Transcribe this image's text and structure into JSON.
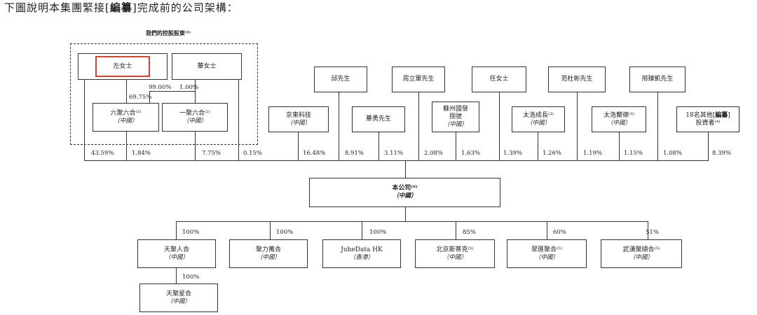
{
  "heading": {
    "text_before": "下圖說明本集團緊接[",
    "text_bold": "編纂",
    "text_after": "]完成前的公司架構："
  },
  "controlling_group": {
    "title": "我們的控股股東⁽¹⁾"
  },
  "nodes": {
    "zuo": {
      "name": "左女士"
    },
    "hua_f": {
      "name": "華女士"
    },
    "liuju": {
      "name": "六聚六合⁽²⁾",
      "sub": "（中國）"
    },
    "yiju": {
      "name": "一聚六合⁽²⁾",
      "sub": "（中國）"
    },
    "jd": {
      "name": "京東科技",
      "sub": "（中國）"
    },
    "qiu": {
      "name": "邱先生"
    },
    "huayong": {
      "name": "華勇先生"
    },
    "zhou": {
      "name": "周立軍先生"
    },
    "suzhou": {
      "name": "蘇州國發",
      "name2": "捌號",
      "sub": "（中國）"
    },
    "ren": {
      "name": "任女士"
    },
    "tai1": {
      "name": "太浩成長⁽³⁾",
      "sub": "（中國）"
    },
    "fan": {
      "name": "范杜彬先生"
    },
    "tai2": {
      "name": "太浩蘭德⁽³⁾",
      "sub": "（中國）"
    },
    "xing": {
      "name": "邢臻凱先生"
    },
    "others": {
      "name_before": "18名其他[",
      "name_bold": "編纂",
      "name_after": "]",
      "name2": "投資者⁽⁴⁾"
    },
    "company": {
      "name": "本公司⁽⁶⁾",
      "sub": "（中國）"
    },
    "tianju": {
      "name": "天聚人合",
      "sub": "（中國）"
    },
    "julee": {
      "name": "聚力萬合",
      "sub": "（中國）"
    },
    "juhe": {
      "name": "JuheData HK",
      "sub": "（香港）"
    },
    "bj": {
      "name": "北京斯蒂克⁽⁵⁾",
      "sub": "（中國）"
    },
    "cui": {
      "name": "翠匯聚合⁽⁵⁾",
      "sub": "（中國）"
    },
    "wuhan": {
      "name": "武漢聚順合⁽⁵⁾",
      "sub": "（中國）"
    },
    "star": {
      "name": "天聚星合",
      "sub": "（中國）"
    }
  },
  "percentages": {
    "zuo_to_liuju": "69.75%",
    "hua_to_liuju": "99.00%",
    "hua_to_yiju": "1.00%",
    "shareholders": [
      "43.59%",
      "1.84%",
      "7.75%",
      "0.15%",
      "16.48%",
      "8.91%",
      "3.11%",
      "2.08%",
      "1.63%",
      "1.39%",
      "1.26%",
      "1.19%",
      "1.15%",
      "1.08%",
      "8.39%"
    ],
    "subsidiaries": [
      "100%",
      "100%",
      "100%",
      "85%",
      "60%",
      "51%"
    ],
    "tianju_to_star": "100%"
  }
}
